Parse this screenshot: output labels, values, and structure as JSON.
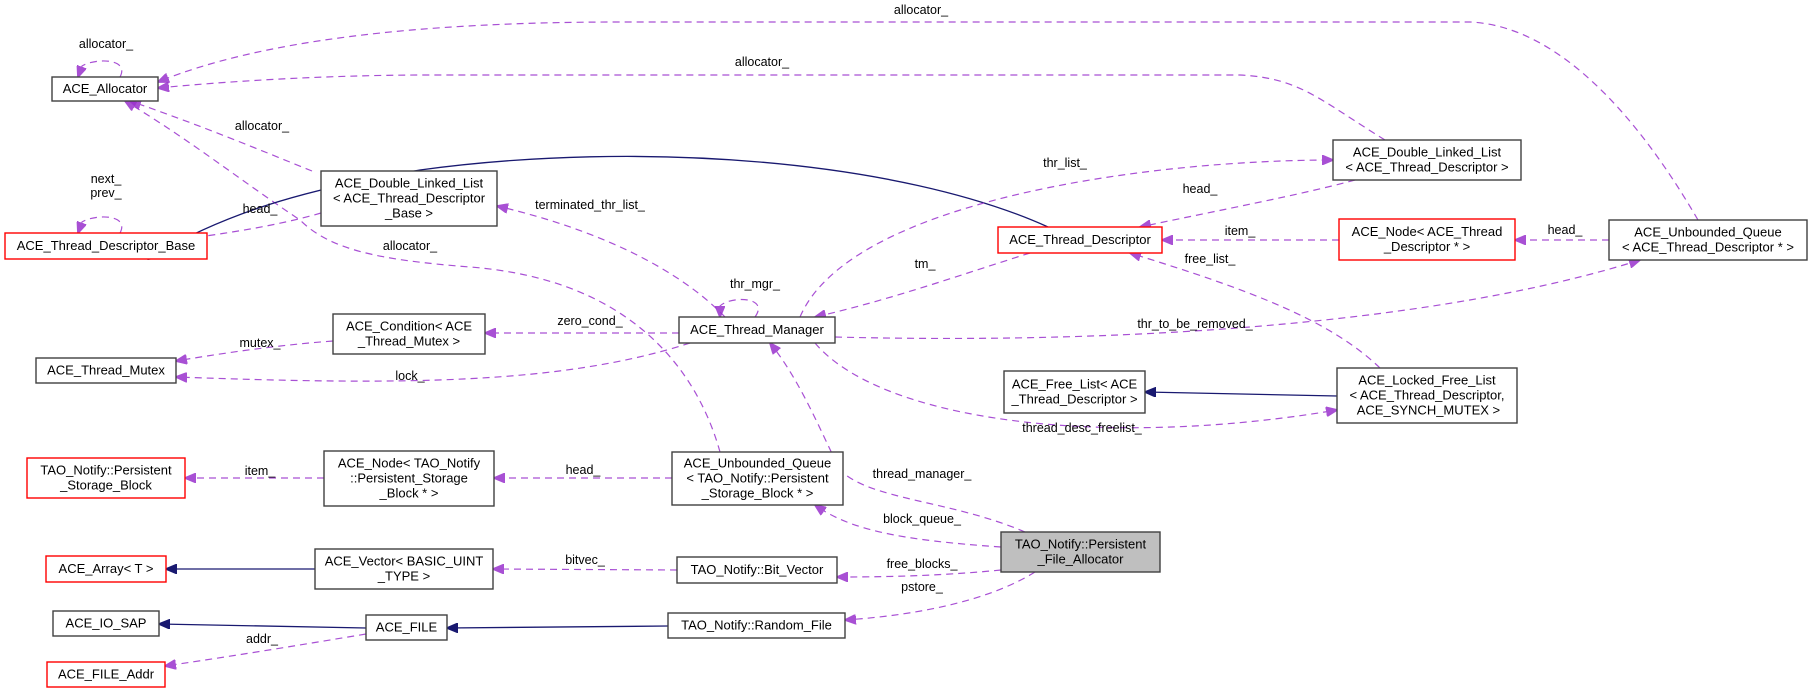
{
  "diagram": {
    "title": "Collaboration diagram for TAO_Notify::Persistent_File_Allocator",
    "colors": {
      "usage_edge": "#9a32cd",
      "inherit_edge": "#191970",
      "node_border": "#404040",
      "incomplete_node_border": "#ff0000",
      "focus_node_fill": "#bfbfbf"
    },
    "nodes": [
      {
        "id": "ace_allocator",
        "lines": [
          "ACE_Allocator"
        ],
        "style": "normal"
      },
      {
        "id": "ace_thread_descriptor_base",
        "lines": [
          "ACE_Thread_Descriptor_Base"
        ],
        "style": "red"
      },
      {
        "id": "dll_thread_descriptor_base",
        "lines": [
          "ACE_Double_Linked_List",
          "< ACE_Thread_Descriptor",
          "_Base >"
        ],
        "style": "normal"
      },
      {
        "id": "ace_thread_mutex",
        "lines": [
          "ACE_Thread_Mutex"
        ],
        "style": "normal"
      },
      {
        "id": "ace_condition",
        "lines": [
          "ACE_Condition< ACE",
          "_Thread_Mutex >"
        ],
        "style": "normal"
      },
      {
        "id": "persistent_storage_block",
        "lines": [
          "TAO_Notify::Persistent",
          "_Storage_Block"
        ],
        "style": "red"
      },
      {
        "id": "ace_node_storage_block",
        "lines": [
          "ACE_Node< TAO_Notify",
          "::Persistent_Storage",
          "_Block * >"
        ],
        "style": "normal"
      },
      {
        "id": "ace_array",
        "lines": [
          "ACE_Array< T >"
        ],
        "style": "red"
      },
      {
        "id": "ace_vector",
        "lines": [
          "ACE_Vector< BASIC_UINT",
          "_TYPE >"
        ],
        "style": "normal"
      },
      {
        "id": "ace_io_sap",
        "lines": [
          "ACE_IO_SAP"
        ],
        "style": "normal"
      },
      {
        "id": "ace_file_addr",
        "lines": [
          "ACE_FILE_Addr"
        ],
        "style": "red"
      },
      {
        "id": "ace_file",
        "lines": [
          "ACE_FILE"
        ],
        "style": "normal"
      },
      {
        "id": "ace_thread_manager",
        "lines": [
          "ACE_Thread_Manager"
        ],
        "style": "normal"
      },
      {
        "id": "unbounded_queue_storage_block",
        "lines": [
          "ACE_Unbounded_Queue",
          "< TAO_Notify::Persistent",
          "_Storage_Block * >"
        ],
        "style": "normal"
      },
      {
        "id": "bit_vector",
        "lines": [
          "TAO_Notify::Bit_Vector"
        ],
        "style": "normal"
      },
      {
        "id": "random_file",
        "lines": [
          "TAO_Notify::Random_File"
        ],
        "style": "normal"
      },
      {
        "id": "persistent_file_allocator",
        "lines": [
          "TAO_Notify::Persistent",
          "_File_Allocator"
        ],
        "style": "focus"
      },
      {
        "id": "ace_thread_descriptor",
        "lines": [
          "ACE_Thread_Descriptor"
        ],
        "style": "red"
      },
      {
        "id": "ace_free_list",
        "lines": [
          "ACE_Free_List< ACE",
          "_Thread_Descriptor >"
        ],
        "style": "normal"
      },
      {
        "id": "dll_thread_descriptor",
        "lines": [
          "ACE_Double_Linked_List",
          "< ACE_Thread_Descriptor >"
        ],
        "style": "normal"
      },
      {
        "id": "ace_node_thread_descriptor",
        "lines": [
          "ACE_Node< ACE_Thread",
          "_Descriptor * >"
        ],
        "style": "red"
      },
      {
        "id": "locked_free_list",
        "lines": [
          "ACE_Locked_Free_List",
          "< ACE_Thread_Descriptor,",
          " ACE_SYNCH_MUTEX >"
        ],
        "style": "normal"
      },
      {
        "id": "unbounded_queue_thread_descriptor",
        "lines": [
          "ACE_Unbounded_Queue",
          "< ACE_Thread_Descriptor * >"
        ],
        "style": "normal"
      }
    ],
    "edges": [
      {
        "from": "ace_allocator",
        "to": "ace_allocator",
        "type": "usage",
        "label": "allocator_"
      },
      {
        "from": "unbounded_queue_thread_descriptor",
        "to": "ace_allocator",
        "type": "usage",
        "label": "allocator_"
      },
      {
        "from": "dll_thread_descriptor",
        "to": "ace_allocator",
        "type": "usage",
        "label": "allocator_"
      },
      {
        "from": "dll_thread_descriptor_base",
        "to": "ace_allocator",
        "type": "usage",
        "label": "allocator_"
      },
      {
        "from": "unbounded_queue_storage_block",
        "to": "ace_allocator",
        "type": "usage",
        "label": "allocator_"
      },
      {
        "from": "ace_thread_descriptor_base",
        "to": "ace_thread_descriptor_base",
        "type": "usage",
        "label": "next_\nprev_"
      },
      {
        "from": "ace_thread_descriptor",
        "to": "ace_thread_descriptor_base",
        "type": "inherit",
        "label": ""
      },
      {
        "from": "dll_thread_descriptor_base",
        "to": "ace_thread_descriptor_base",
        "type": "usage",
        "label": "head_"
      },
      {
        "from": "ace_thread_manager",
        "to": "dll_thread_descriptor_base",
        "type": "usage",
        "label": "terminated_thr_list_"
      },
      {
        "from": "ace_thread_manager",
        "to": "ace_thread_manager",
        "type": "usage",
        "label": "thr_mgr_"
      },
      {
        "from": "ace_thread_manager",
        "to": "ace_condition",
        "type": "usage",
        "label": "zero_cond_"
      },
      {
        "from": "ace_condition",
        "to": "ace_thread_mutex",
        "type": "usage",
        "label": "mutex_"
      },
      {
        "from": "ace_thread_manager",
        "to": "ace_thread_mutex",
        "type": "usage",
        "label": "lock_"
      },
      {
        "from": "ace_thread_manager",
        "to": "dll_thread_descriptor",
        "type": "usage",
        "label": "thr_list_"
      },
      {
        "from": "dll_thread_descriptor",
        "to": "ace_thread_descriptor",
        "type": "usage",
        "label": "head_"
      },
      {
        "from": "ace_thread_descriptor",
        "to": "ace_thread_manager",
        "type": "usage",
        "label": "tm_"
      },
      {
        "from": "ace_node_thread_descriptor",
        "to": "ace_thread_descriptor",
        "type": "usage",
        "label": "item_"
      },
      {
        "from": "locked_free_list",
        "to": "ace_thread_descriptor",
        "type": "usage",
        "label": "free_list_"
      },
      {
        "from": "unbounded_queue_thread_descriptor",
        "to": "ace_node_thread_descriptor",
        "type": "usage",
        "label": "head_"
      },
      {
        "from": "ace_thread_manager",
        "to": "unbounded_queue_thread_descriptor",
        "type": "usage",
        "label": "thr_to_be_removed_"
      },
      {
        "from": "locked_free_list",
        "to": "ace_free_list",
        "type": "inherit",
        "label": ""
      },
      {
        "from": "ace_thread_manager",
        "to": "locked_free_list",
        "type": "usage",
        "label": "thread_desc_freelist_"
      },
      {
        "from": "ace_node_storage_block",
        "to": "persistent_storage_block",
        "type": "usage",
        "label": "item_"
      },
      {
        "from": "unbounded_queue_storage_block",
        "to": "ace_node_storage_block",
        "type": "usage",
        "label": "head_"
      },
      {
        "from": "persistent_file_allocator",
        "to": "ace_thread_manager",
        "type": "usage",
        "label": "thread_manager_"
      },
      {
        "from": "persistent_file_allocator",
        "to": "unbounded_queue_storage_block",
        "type": "usage",
        "label": "block_queue_"
      },
      {
        "from": "ace_vector",
        "to": "ace_array",
        "type": "inherit",
        "label": ""
      },
      {
        "from": "bit_vector",
        "to": "ace_vector",
        "type": "usage",
        "label": "bitvec_"
      },
      {
        "from": "persistent_file_allocator",
        "to": "bit_vector",
        "type": "usage",
        "label": "free_blocks_"
      },
      {
        "from": "ace_file",
        "to": "ace_io_sap",
        "type": "inherit",
        "label": ""
      },
      {
        "from": "ace_file",
        "to": "ace_file_addr",
        "type": "usage",
        "label": "addr_"
      },
      {
        "from": "random_file",
        "to": "ace_file",
        "type": "inherit",
        "label": ""
      },
      {
        "from": "persistent_file_allocator",
        "to": "random_file",
        "type": "usage",
        "label": "pstore_"
      }
    ]
  }
}
